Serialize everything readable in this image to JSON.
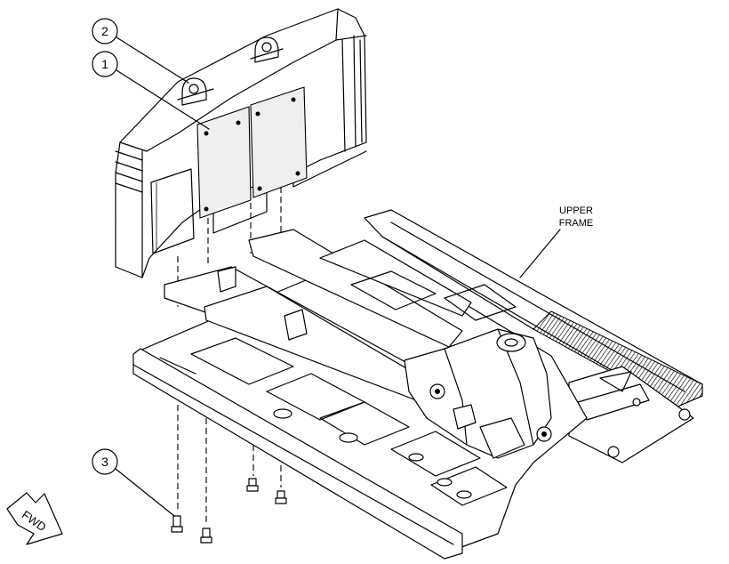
{
  "callouts": [
    {
      "number": "1"
    },
    {
      "number": "2"
    },
    {
      "number": "3"
    }
  ],
  "labels": {
    "upper_frame_line1": "UPPER",
    "upper_frame_line2": "FRAME",
    "forward_arrow": "FWD"
  }
}
